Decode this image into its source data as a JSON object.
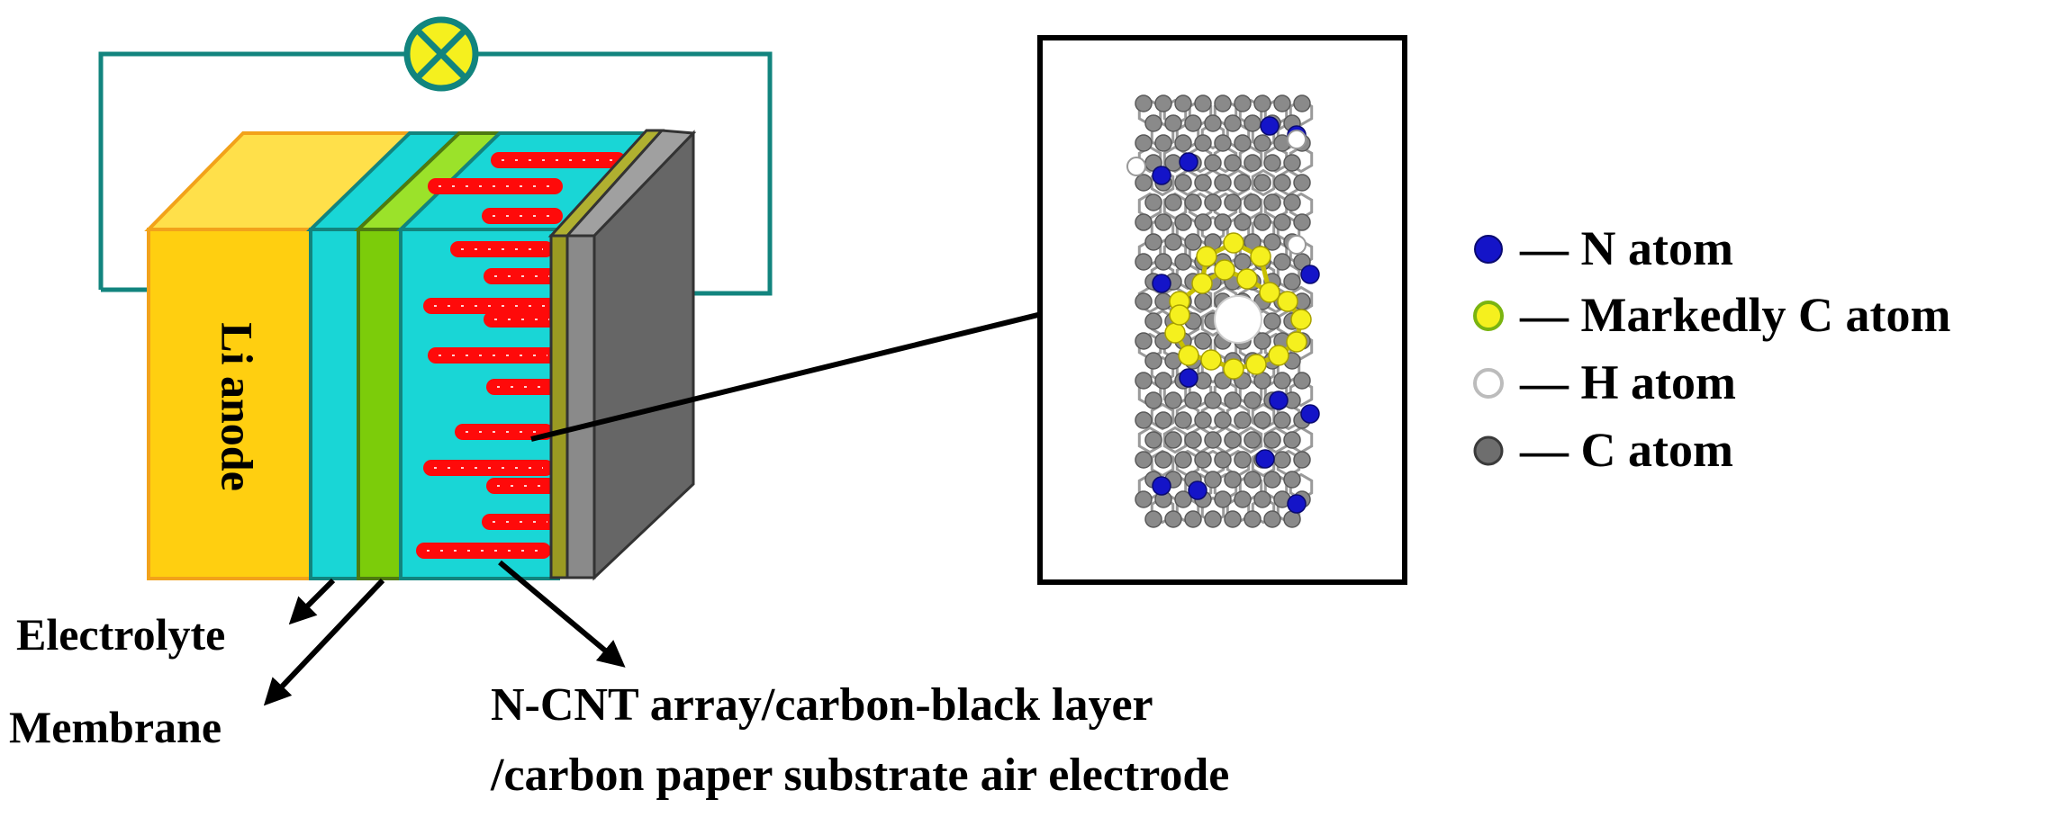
{
  "battery": {
    "anode_label": "Li anode"
  },
  "callouts": {
    "electrolyte": "Electrolyte",
    "membrane": "Membrane",
    "air_electrode_line1": "N-CNT array/carbon-black layer",
    "air_electrode_line2": "/carbon paper substrate air electrode"
  },
  "legend": [
    {
      "text": "— N atom",
      "color": "#1414c8",
      "icon": "n-atom-dot"
    },
    {
      "text": "— Markedly C atom",
      "color": "#f5f01e",
      "icon": "marked-c-atom-dot"
    },
    {
      "text": "— H atom",
      "color": "#ffffff",
      "icon": "h-atom-dot"
    },
    {
      "text": "— C atom",
      "color": "#6e6e6e",
      "icon": "c-atom-dot"
    }
  ],
  "colors": {
    "wire": "#12847e",
    "lamp": "#f5f01e",
    "anode": "#ffcf10",
    "electrolyte": "#19d6d6",
    "membrane": "#7ccc0a",
    "cnt": "#ff0a0a",
    "carbon_black": "#9a9a22",
    "carbon_paper": "#666666"
  }
}
